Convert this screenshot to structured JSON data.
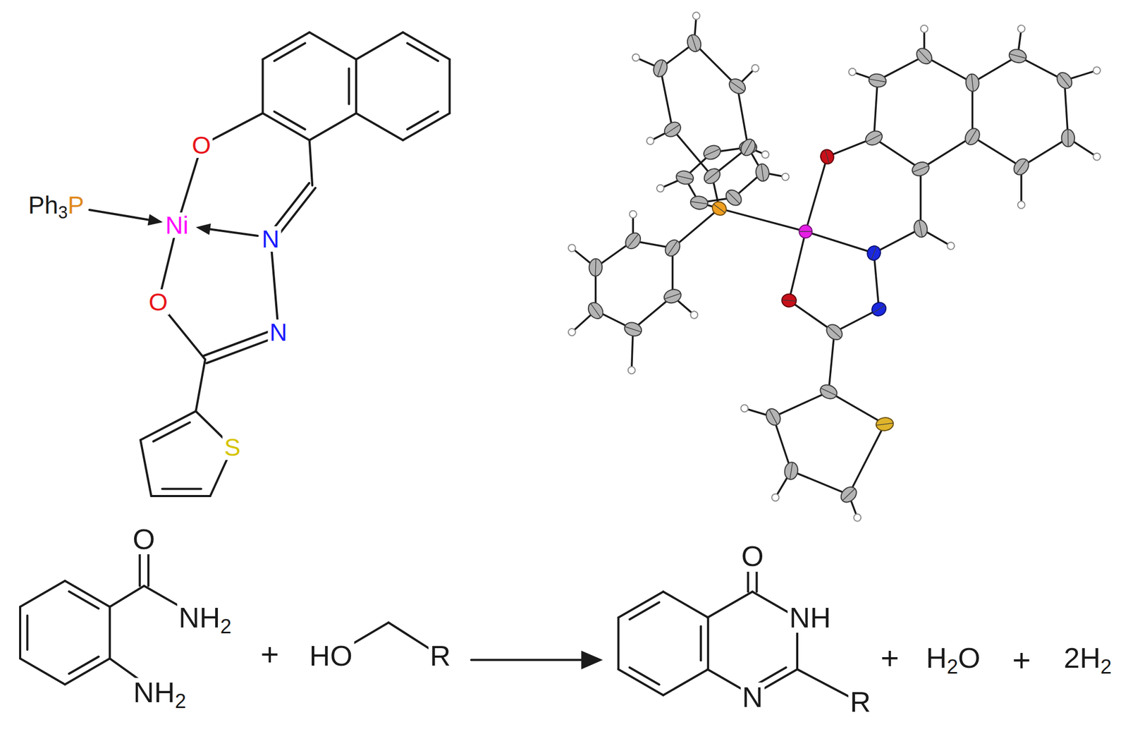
{
  "diagram": {
    "labels": [
      "Ph3P",
      "Ni",
      "O",
      "N",
      "O",
      "N",
      "S",
      "O",
      "NH2",
      "NH2",
      "+",
      "HO",
      "R",
      "O",
      "NH",
      "N",
      "R",
      "+",
      "H2O",
      "+",
      "2H2"
    ]
  }
}
